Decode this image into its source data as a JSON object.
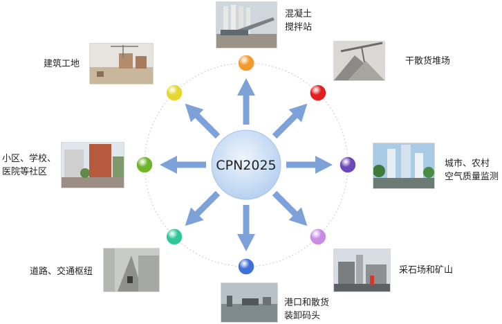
{
  "center_label": "CPN2025",
  "colors": {
    "arrow": "#7da2da",
    "ring": "#c9c9c9",
    "center_fill": "#c6dcf4",
    "center_edge": "#a9c4e6"
  },
  "nodes": [
    {
      "id": "concrete-mixing-station",
      "lines": [
        "混凝土",
        "搅拌站"
      ],
      "dot_color": "#f49a2c",
      "icon": "concrete-plant-photo"
    },
    {
      "id": "bulk-cargo-yard",
      "lines": [
        "干散货堆场"
      ],
      "dot_color": "#e21e1e",
      "icon": "bulk-cargo-pile-photo"
    },
    {
      "id": "urban-rural-air-monitoring",
      "lines": [
        "城市、农村",
        "空气质量监测"
      ],
      "dot_color": "#6d48b8",
      "icon": "city-skyline-photo"
    },
    {
      "id": "quarry-and-mine",
      "lines": [
        "采石场和矿山"
      ],
      "dot_color": "#c98ce6",
      "icon": "quarry-photo"
    },
    {
      "id": "port-bulk-loading",
      "lines": [
        "港口和散货",
        "装卸码头"
      ],
      "dot_color": "#3f6fd8",
      "icon": "port-photo"
    },
    {
      "id": "road-traffic-hub",
      "lines": [
        "道路、交通枢纽"
      ],
      "dot_color": "#2fc79a",
      "icon": "road-traffic-photo"
    },
    {
      "id": "residential-school-hospital",
      "lines": [
        "小区、学校、",
        "医院等社区"
      ],
      "dot_color": "#6db52a",
      "icon": "residential-photo"
    },
    {
      "id": "construction-site",
      "lines": [
        "建筑工地"
      ],
      "dot_color": "#e6d62e",
      "icon": "construction-site-photo"
    }
  ]
}
